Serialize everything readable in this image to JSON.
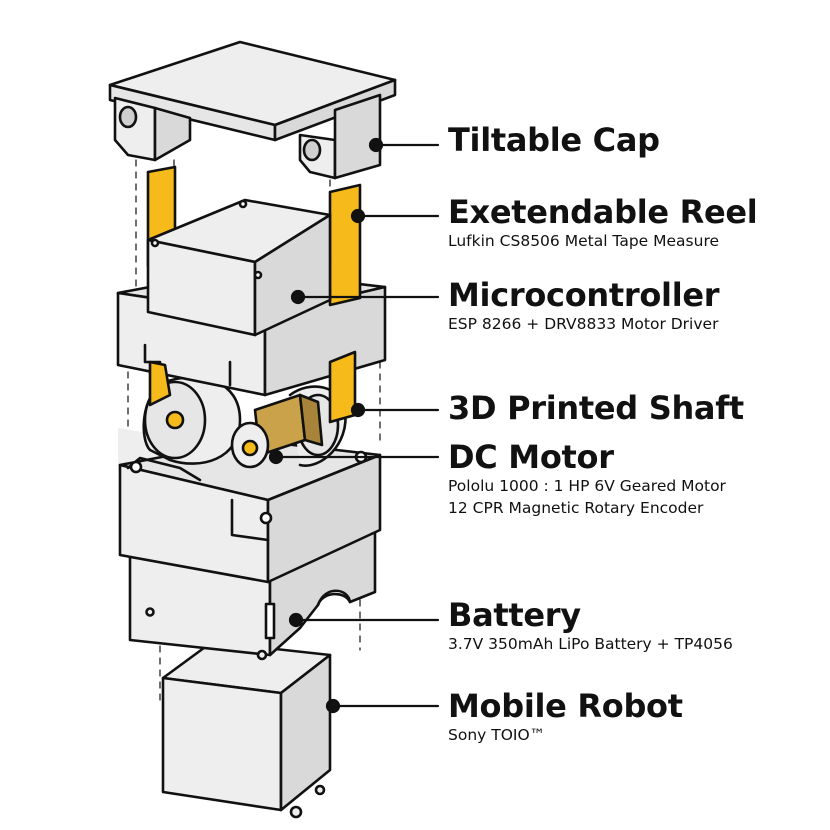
{
  "labels": [
    {
      "title": "Tiltable Cap",
      "sub": []
    },
    {
      "title": "Exetendable Reel",
      "sub": [
        "Lufkin CS8506 Metal Tape Measure"
      ]
    },
    {
      "title": "Microcontroller",
      "sub": [
        "ESP 8266 + DRV8833 Motor Driver"
      ]
    },
    {
      "title": "3D Printed Shaft",
      "sub": []
    },
    {
      "title": "DC Motor",
      "sub": [
        "Pololu 1000 : 1 HP 6V Geared Motor",
        "12 CPR Magnetic Rotary Encoder"
      ]
    },
    {
      "title": "Battery",
      "sub": [
        "3.7V 350mAh LiPo Battery + TP4056"
      ]
    },
    {
      "title": "Mobile Robot",
      "sub": [
        "Sony TOIO™"
      ]
    }
  ],
  "colors": {
    "body": "#eeeeee",
    "side": "#d9d9d9",
    "tape": "#f6bb1a",
    "motor": "#c9a24a",
    "outline": "#111111"
  }
}
